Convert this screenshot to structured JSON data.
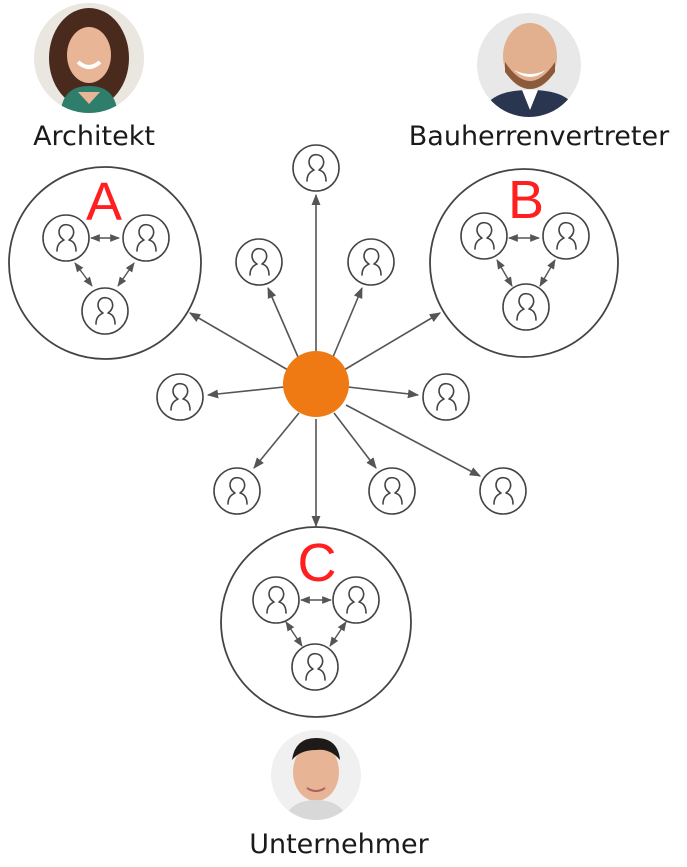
{
  "roles": {
    "architect": {
      "label": "Architekt",
      "avatar_icon": "woman-portrait-icon"
    },
    "client_rep": {
      "label": "Bauherrenvertreter",
      "avatar_icon": "man-portrait-icon"
    },
    "contractor": {
      "label": "Unternehmer",
      "avatar_icon": "young-man-portrait-icon"
    }
  },
  "groups": [
    {
      "id": "A",
      "letter": "A"
    },
    {
      "id": "B",
      "letter": "B"
    },
    {
      "id": "C",
      "letter": "C"
    }
  ],
  "colors": {
    "hub": "#ef7a14",
    "letters": "#ff1f1f",
    "lines": "#555555",
    "text": "#1a1a1a"
  },
  "icons": {
    "person": "person-icon",
    "hub": "central-hub-node"
  }
}
